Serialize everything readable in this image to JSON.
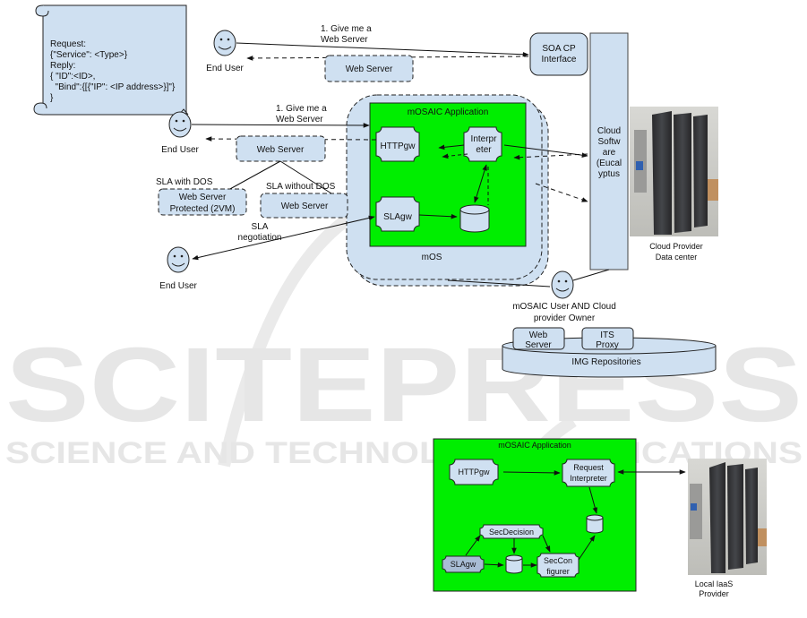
{
  "watermark": {
    "title": "SCITEPRESS",
    "subtitle": "SCIENCE AND TECHNOLOGY PUBLICATIONS"
  },
  "colors": {
    "box_fill": "#cfe0f1",
    "app_green": "#00ee00",
    "stroke": "#222222"
  },
  "scroll_note": {
    "lines": [
      "Request:",
      "{\"Service\": <Type>}",
      "Reply:",
      "{ \"ID\":<ID>,",
      "  \"Bind\":{[{\"IP\": <IP address>}]\"}",
      "}"
    ]
  },
  "top_diagram": {
    "end_user_1": {
      "label": "End User",
      "icon": "smiley-face-icon"
    },
    "request_1": {
      "line1": "1. Give me a",
      "line2": "Web Server"
    },
    "response_1": "Web Server",
    "soa_cp": {
      "line1": "SOA CP",
      "line2": "Interface"
    },
    "end_user_2": {
      "label": "End User",
      "icon": "smiley-face-icon"
    },
    "request_2": {
      "line1": "1. Give me a",
      "line2": "Web Server"
    },
    "response_2": "Web Server",
    "sla_with_dos": "SLA with DOS",
    "sla_without_dos": "SLA without DOS",
    "protected_server": {
      "line1": "Web Server",
      "line2": "Protected (2VM)"
    },
    "plain_server": "Web Server",
    "sla_negotiation": {
      "line1": "SLA",
      "line2": "negotiation"
    },
    "end_user_3": {
      "label": "End User",
      "icon": "smiley-face-icon"
    },
    "mosaic_app": {
      "title": "mOSAIC Application",
      "httpgw": "HTTPgw",
      "interpreter": {
        "line1": "Interpr",
        "line2": "eter"
      },
      "slagw": "SLAgw",
      "storage_icon": "database-cylinder-icon"
    },
    "mos_label": "mOS",
    "cloud_software": [
      "Cloud",
      "Softw",
      "are",
      "(Eucal",
      "yptus"
    ],
    "datacenter": {
      "line1": "Cloud Provider",
      "line2": "Data center",
      "icon": "server-rack-photo"
    },
    "owner": {
      "line1": "mOSAIC User AND Cloud",
      "line2": "provider Owner",
      "icon": "smiley-face-icon"
    },
    "repo": {
      "label": "IMG Repositories",
      "items": [
        {
          "line1": "Web",
          "line2": "Server"
        },
        {
          "line1": "ITS",
          "line2": "Proxy"
        }
      ]
    }
  },
  "bottom_diagram": {
    "title": "mOSAIC Application",
    "httpgw": "HTTPgw",
    "request_interpreter": {
      "line1": "Request",
      "line2": "Interpreter"
    },
    "sec_decision": "SecDecision",
    "slagw": "SLAgw",
    "sec_configurer": {
      "line1": "SecCon",
      "line2": "figurer"
    },
    "provider": {
      "line1": "Local IaaS",
      "line2": "Provider",
      "icon": "server-rack-photo"
    }
  }
}
